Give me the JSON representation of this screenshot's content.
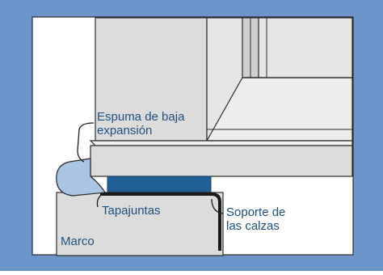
{
  "labels": {
    "foam": [
      "Espuma de baja",
      "expansión"
    ],
    "flashing": "Tapajuntas",
    "shim_support": [
      "Soporte de",
      "las calzas"
    ],
    "frame": "Marco"
  },
  "colors": {
    "border": "#6b96c9",
    "panel_gray": "#dcdcdc",
    "light_gray": "#e8e8e8",
    "outline": "#2b2b2b",
    "foam": "#a9c4e4",
    "shim": "#1f5f93",
    "label_text": "#1e4f7e"
  }
}
